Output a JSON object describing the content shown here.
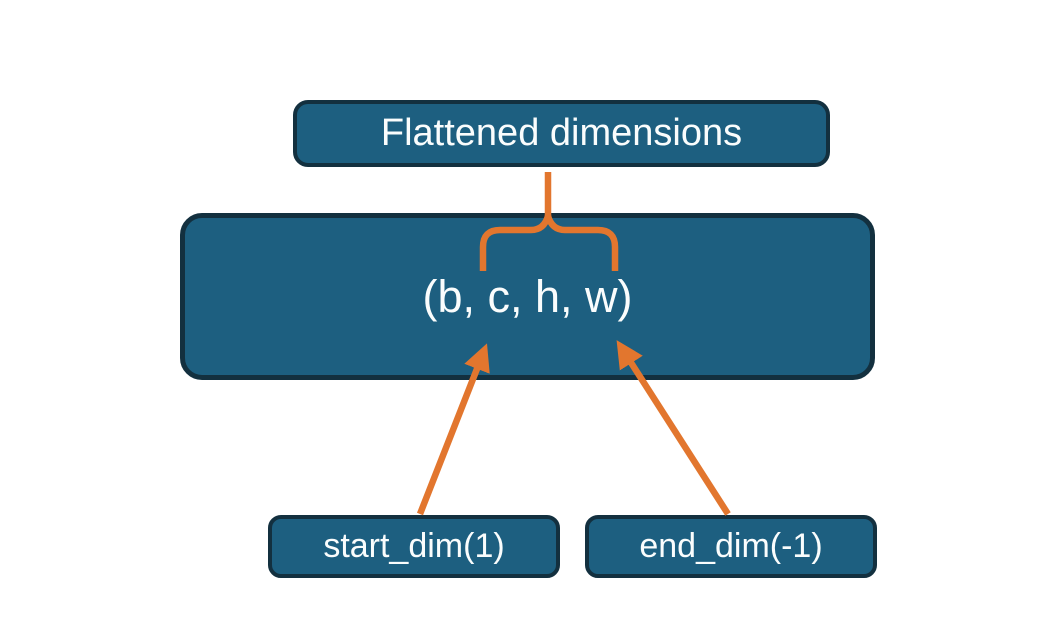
{
  "diagram": {
    "nodes": {
      "flattened": {
        "label": "Flattened dimensions"
      },
      "tuple": {
        "label": "(b, c, h, w)"
      },
      "start_dim": {
        "label": "start_dim(1)"
      },
      "end_dim": {
        "label": "end_dim(-1)"
      }
    },
    "connectors": {
      "brace": "brace spanning dims c through w linking to Flattened dimensions",
      "start_arrow": "arrow from start_dim(1) to dim c",
      "end_arrow": "arrow from end_dim(-1) to dim w"
    }
  },
  "colors": {
    "background": "#ffffff",
    "node-fill": "#1d5f80",
    "node-border": "#13303f",
    "node-text": "#fafdfd",
    "accent-orange": "#e2762e"
  }
}
